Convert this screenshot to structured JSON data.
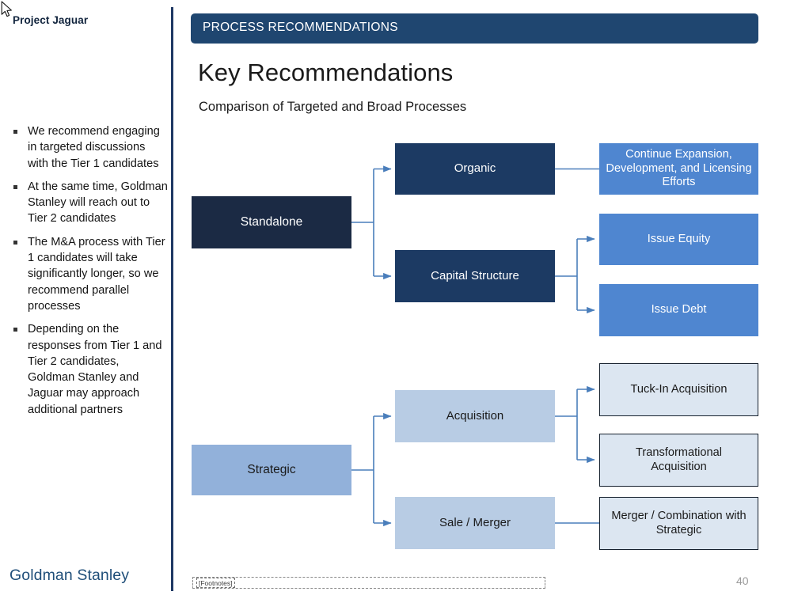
{
  "sidebar": {
    "project_title": "Project Jaguar",
    "bullets": [
      "We recommend engaging in targeted discussions with the Tier 1 candidates",
      "At the same time, Goldman Stanley will reach out to Tier 2 candidates",
      "The M&A process with Tier 1 candidates will take significantly longer, so we recommend parallel processes",
      "Depending on the responses from Tier 1 and Tier 2 candidates, Goldman Stanley and Jaguar may approach additional partners"
    ],
    "brand": "Goldman Stanley"
  },
  "header": {
    "banner_label": "PROCESS RECOMMENDATIONS",
    "title": "Key Recommendations",
    "subtitle": "Comparison of Targeted and Broad Processes"
  },
  "diagram": {
    "nodes": {
      "standalone": "Standalone",
      "organic": "Organic",
      "capital_structure": "Capital Structure",
      "continue_expansion": "Continue Expansion, Development, and Licensing Efforts",
      "issue_equity": "Issue Equity",
      "issue_debt": "Issue Debt",
      "strategic": "Strategic",
      "acquisition": "Acquisition",
      "sale_merger": "Sale / Merger",
      "tuck_in": "Tuck-In Acquisition",
      "transformational": "Transformational Acquisition",
      "merger_combination": "Merger / Combination with Strategic"
    },
    "colors": {
      "navy_darkest": "#1b2a44",
      "navy_dark": "#1c3a63",
      "blue_mid": "#4f86d0",
      "blue_soft": "#92b1da",
      "blue_pale": "#b8cce4",
      "blue_faint": "#dce6f1",
      "connector": "#4a7ebb",
      "banner": "#1f4670",
      "brand": "#1f4e79"
    }
  },
  "footer": {
    "footnotes_label": "[Footnotes]",
    "page_number": "40"
  }
}
